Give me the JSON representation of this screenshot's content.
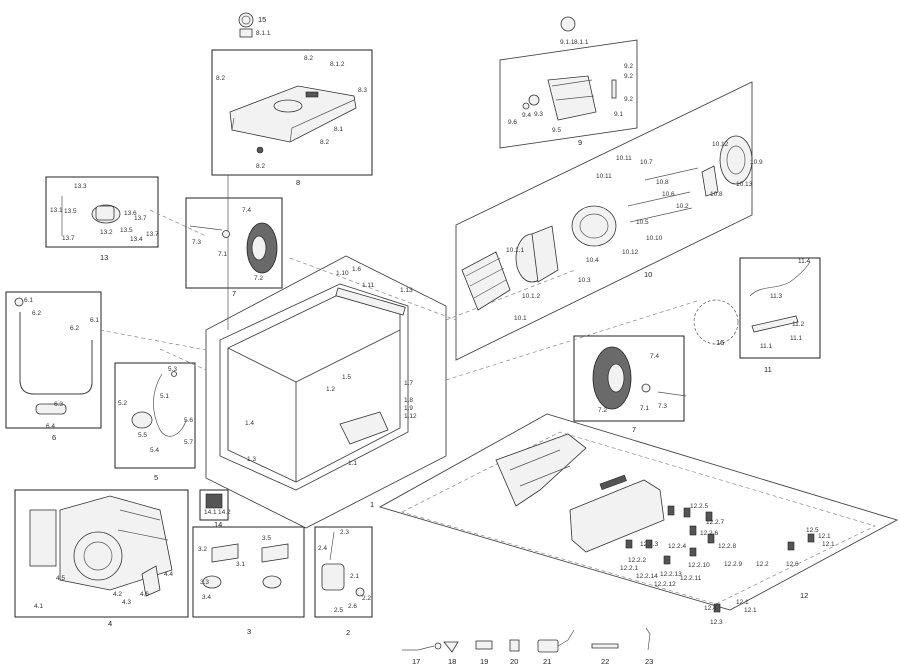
{
  "groups": [
    {
      "id": "g1",
      "number": "1",
      "parts": [
        "1.1",
        "1.2",
        "1.3",
        "1.4",
        "1.5",
        "1.6",
        "1.7",
        "1.8",
        "1.9",
        "1.10",
        "1.11",
        "1.12",
        "1.13"
      ]
    },
    {
      "id": "g2",
      "number": "2",
      "parts": [
        "2.1",
        "2.2",
        "2.3",
        "2.4",
        "2.5",
        "2.6"
      ]
    },
    {
      "id": "g3",
      "number": "3",
      "parts": [
        "3.1",
        "3.2",
        "3.3",
        "3.4",
        "3.5"
      ]
    },
    {
      "id": "g4",
      "number": "4",
      "parts": [
        "4.1",
        "4.2",
        "4.3",
        "4.4",
        "4.5",
        "4.6"
      ]
    },
    {
      "id": "g5",
      "number": "5",
      "parts": [
        "5.1",
        "5.2",
        "5.3",
        "5.4",
        "5.5",
        "5.6",
        "5.7"
      ]
    },
    {
      "id": "g6",
      "number": "6",
      "parts": [
        "6.1",
        "6.2",
        "6.3",
        "6.4"
      ]
    },
    {
      "id": "g7a",
      "number": "7",
      "parts": [
        "7.1",
        "7.2",
        "7.3",
        "7.4"
      ]
    },
    {
      "id": "g7b",
      "number": "7",
      "parts": [
        "7.1",
        "7.2",
        "7.3",
        "7.4"
      ]
    },
    {
      "id": "g8",
      "number": "8",
      "parts": [
        "8.1",
        "8.1.1",
        "8.1.2",
        "8.2",
        "8.3"
      ]
    },
    {
      "id": "g9",
      "number": "9",
      "parts": [
        "9.1",
        "9.1.1",
        "9.2",
        "9.3",
        "9.4",
        "9.5",
        "9.6"
      ]
    },
    {
      "id": "g10",
      "number": "10",
      "parts": [
        "10.1",
        "10.1.1",
        "10.1.2",
        "10.2",
        "10.3",
        "10.4",
        "10.5",
        "10.6",
        "10.7",
        "10.8",
        "10.9",
        "10.10",
        "10.11",
        "10.12",
        "10.13"
      ]
    },
    {
      "id": "g11",
      "number": "11",
      "parts": [
        "11.1",
        "11.2",
        "11.3",
        "11.4"
      ]
    },
    {
      "id": "g12",
      "number": "12",
      "parts": [
        "12.1",
        "12.2",
        "12.3",
        "12.4",
        "12.5",
        "12.6",
        "12.2.1",
        "12.2.2",
        "12.2.3",
        "12.2.4",
        "12.2.5",
        "12.2.6",
        "12.2.7",
        "12.2.8",
        "12.2.9",
        "12.2.10",
        "12.2.11",
        "12.2.12",
        "12.2.13",
        "12.2.14"
      ]
    },
    {
      "id": "g13",
      "number": "13",
      "parts": [
        "13.1",
        "13.2",
        "13.3",
        "13.4",
        "13.5",
        "13.6",
        "13.7"
      ]
    },
    {
      "id": "g15",
      "number": "15",
      "parts": [
        "8.1.1"
      ]
    },
    {
      "id": "g16",
      "number": "16",
      "parts": []
    },
    {
      "id": "g14",
      "number": "14",
      "parts": [
        "14.1",
        "14.2"
      ]
    },
    {
      "id": "g17",
      "number": "17",
      "parts": []
    },
    {
      "id": "g18",
      "number": "18",
      "parts": []
    },
    {
      "id": "g19",
      "number": "19",
      "parts": []
    },
    {
      "id": "g20",
      "number": "20",
      "parts": []
    },
    {
      "id": "g21",
      "number": "21",
      "parts": []
    },
    {
      "id": "g22",
      "number": "22",
      "parts": []
    },
    {
      "id": "g23",
      "number": "23",
      "parts": []
    }
  ],
  "colors": {
    "line": "#222222",
    "part_fill": "#f2f2f2",
    "dark": "#555555",
    "tire": "#6a6a6a"
  }
}
